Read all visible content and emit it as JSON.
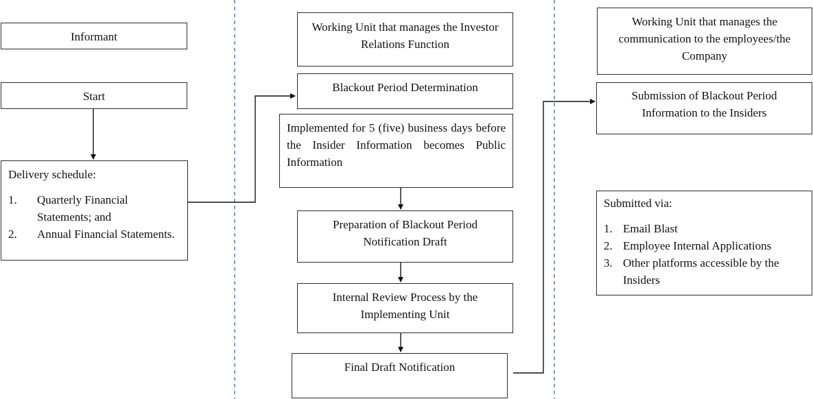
{
  "informant": {
    "title": "Informant"
  },
  "start": {
    "label": "Start"
  },
  "delivery": {
    "title": "Delivery schedule:",
    "items": [
      {
        "num": "1.",
        "text": "Quarterly Financial Statements; and"
      },
      {
        "num": "2.",
        "text": "Annual Financial Statements."
      }
    ]
  },
  "investor_relations": {
    "title": "Working Unit that manages the Investor Relations Function",
    "steps": {
      "determination": "Blackout Period Determination",
      "implemented": "Implemented for 5 (five) business days before the Insider Information becomes Public Information",
      "preparation": "Preparation of Blackout Period Notification Draft",
      "review": "Internal Review Process by the Implementing Unit",
      "final": "Final Draft Notification"
    }
  },
  "communication": {
    "title": "Working Unit that manages the communication to the employees/the Company",
    "submission": "Submission of Blackout Period Information to the Insiders",
    "submitted_via": {
      "title": "Submitted via:",
      "items": [
        {
          "num": "1.",
          "text": "Email Blast"
        },
        {
          "num": "2.",
          "text": "Employee Internal Applications"
        },
        {
          "num": "3.",
          "text": "Other platforms accessible by the Insiders"
        }
      ]
    }
  },
  "colors": {
    "divider": "#3f84b8",
    "stroke": "#2b2b2b",
    "text": "#111111",
    "background": "#ffffff"
  }
}
